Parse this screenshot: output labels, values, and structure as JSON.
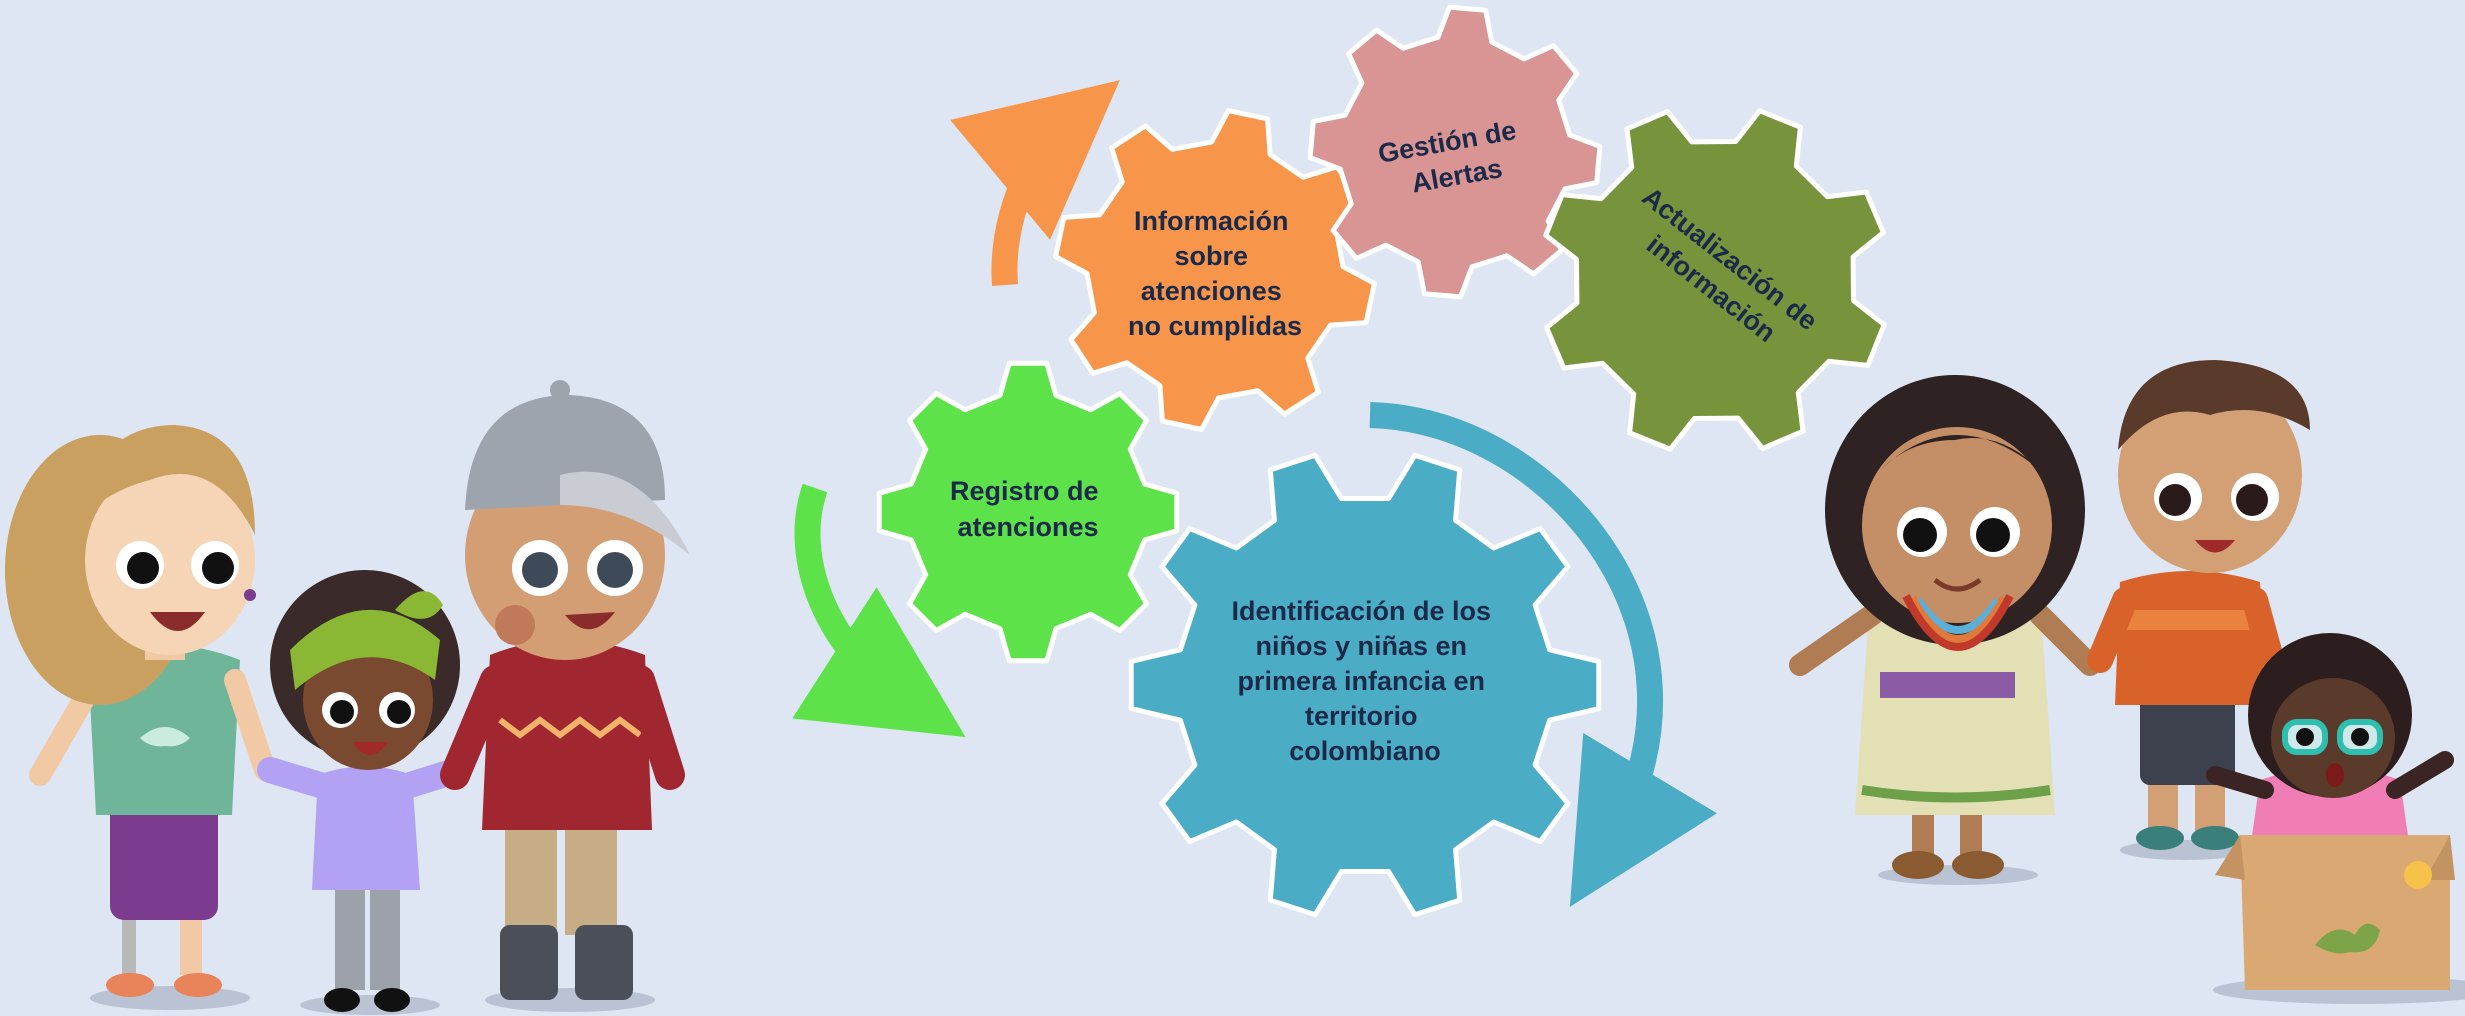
{
  "colors": {
    "background": "#dde6f2",
    "green": "#5ee24a",
    "orange": "#f7964a",
    "pink": "#d99594",
    "olive": "#77933c",
    "blue": "#4bacc6",
    "label": "#1c2a4a"
  },
  "gears": {
    "registro": {
      "lines": [
        "Registro de",
        "atenciones"
      ]
    },
    "informacion": {
      "lines": [
        "Información",
        "sobre",
        "atenciones",
        "no cumplidas"
      ]
    },
    "gestion": {
      "lines": [
        "Gestión de",
        "Alertas"
      ]
    },
    "actualizacion": {
      "lines": [
        "Actualización de",
        "información"
      ]
    },
    "identificacion": {
      "lines": [
        "Identificación de los",
        "niños y niñas en",
        "primera infancia en",
        "territorio",
        "colombiano"
      ]
    }
  },
  "icons": {
    "arrows": [
      "cycle-arrow-green-icon",
      "cycle-arrow-orange-icon",
      "cycle-arrow-blue-icon"
    ],
    "characters": [
      "child-blonde-girl",
      "child-girl-green-bow",
      "child-boy-gray-cap",
      "child-indigenous-girl",
      "child-boy-orange-shirt",
      "child-girl-glasses-in-box"
    ]
  }
}
